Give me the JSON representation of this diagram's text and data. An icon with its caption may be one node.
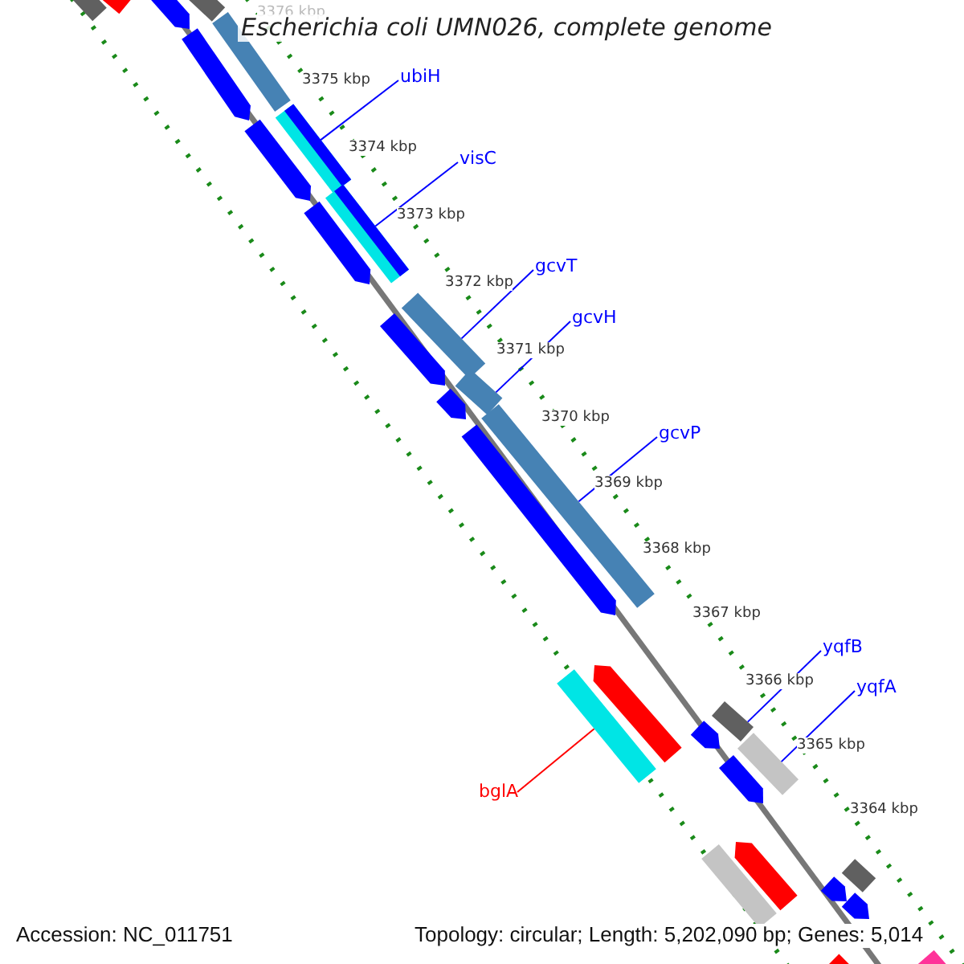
{
  "diagram": {
    "title": "Escherichia coli UMN026, complete genome",
    "nodes": [
      {
        "text": [
          "ubiH"
        ]
      },
      {
        "text": [
          "visC"
        ]
      },
      {
        "text": [
          "gcvT"
        ]
      },
      {
        "text": [
          "gcvH"
        ]
      },
      {
        "text": [
          "gcvP"
        ]
      },
      {
        "text": [
          "yqfB"
        ]
      },
      {
        "text": [
          "yqfA"
        ]
      },
      {
        "text": [
          "bglA"
        ]
      },
      {
        "text": [],
        "shape": "bar"
      },
      {
        "text": [],
        "shape": "bar"
      },
      {
        "text": [],
        "shape": "arrow"
      },
      {
        "text": [],
        "shape": "bar"
      },
      {
        "text": [],
        "shape": "bar"
      },
      {
        "text": [],
        "shape": "arrow"
      },
      {
        "text": [],
        "shape": "bar"
      },
      {
        "text": [],
        "shape": "arrow"
      },
      {
        "text": [],
        "shape": "bar"
      },
      {
        "text": [],
        "shape": "arrow"
      },
      {
        "text": [],
        "shape": "bar"
      },
      {
        "text": [],
        "shape": "arrow"
      },
      {
        "text": [],
        "shape": "bar"
      },
      {
        "text": [],
        "shape": "arrow"
      },
      {
        "text": [],
        "shape": "bar"
      },
      {
        "text": [],
        "shape": "arrow"
      },
      {
        "text": [],
        "shape": "arrow"
      },
      {
        "text": [],
        "shape": "bar"
      },
      {
        "text": [],
        "shape": "bar"
      },
      {
        "text": [],
        "shape": "arrow"
      },
      {
        "text": [],
        "shape": "bar"
      },
      {
        "text": [],
        "shape": "arrow"
      },
      {
        "text": [],
        "shape": "arrow"
      },
      {
        "text": [],
        "shape": "bar"
      },
      {
        "text": [],
        "shape": "bar"
      },
      {
        "text": [],
        "shape": "arrow"
      },
      {
        "text": [],
        "shape": "arrow"
      },
      {
        "text": [],
        "shape": "bar"
      },
      {
        "text": [],
        "shape": "bar"
      }
    ],
    "edges": [
      {
        "from": 0,
        "to": 14,
        "arrow": "none"
      },
      {
        "from": 1,
        "to": 16,
        "arrow": "none"
      },
      {
        "from": 2,
        "to": 18,
        "arrow": "none"
      },
      {
        "from": 3,
        "to": 20,
        "arrow": "none"
      },
      {
        "from": 4,
        "to": 22,
        "arrow": "none"
      },
      {
        "from": 5,
        "to": 26,
        "arrow": "none"
      },
      {
        "from": 6,
        "to": 28,
        "arrow": "none"
      },
      {
        "from": 7,
        "to": 25,
        "arrow": "none",
        "color": "#ff0000"
      }
    ],
    "labels": [
      "3376 kbp",
      "3375 kbp",
      "3374 kbp",
      "3373 kbp",
      "3372 kbp",
      "3371 kbp",
      "3370 kbp",
      "3369 kbp",
      "3368 kbp",
      "3367 kbp",
      "3366 kbp",
      "3365 kbp",
      "3364 kbp",
      "Accession: NC_011751",
      "Topology: circular; Length: 5,202,090 bp; Genes: 5,014"
    ]
  }
}
